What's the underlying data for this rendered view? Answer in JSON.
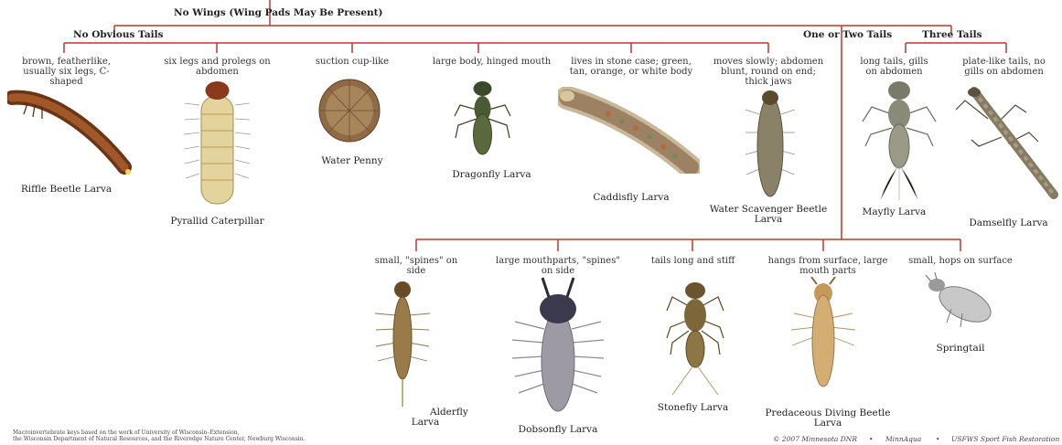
{
  "headers": {
    "top": "No Wings (Wing Pads May Be Present)",
    "no_tails": "No Obvious Tails",
    "one_two_tails": "One or Two Tails",
    "three_tails": "Three Tails"
  },
  "descriptions": {
    "riffle": "brown, featherlike, usually six legs, C-shaped",
    "pyrallid": "six legs and prolegs on abdomen",
    "water_penny": "suction cup-like",
    "dragonfly": "large body, hinged mouth",
    "caddisfly": "lives in stone case; green, tan, orange, or white body",
    "scavenger": "moves slowly; abdomen blunt, round on end; thick jaws",
    "mayfly": "long tails, gills on abdomen",
    "damselfly": "plate-like tails, no gills on abdomen",
    "alderfly": "small, \"spines\" on side",
    "dobsonfly": "large mouthparts, \"spines\" on side",
    "stonefly": "tails long and stiff",
    "predaceous": "hangs from surface, large mouth parts",
    "springtail": "small, hops on surface"
  },
  "labels": {
    "riffle": "Riffle Beetle Larva",
    "pyrallid": "Pyrallid Caterpillar",
    "water_penny": "Water Penny",
    "dragonfly": "Dragonfly Larva",
    "caddisfly": "Caddisfly Larva",
    "scavenger_1": "Water Scavenger Beetle",
    "scavenger_2": "Larva",
    "mayfly": "Mayfly Larva",
    "damselfly": "Damselfly Larva",
    "alderfly_1": "Alderfly",
    "alderfly_2": "Larva",
    "dobsonfly": "Dobsonfly Larva",
    "stonefly": "Stonefly Larva",
    "predaceous_1": "Predaceous Diving Beetle",
    "predaceous_2": "Larva",
    "springtail": "Springtail"
  },
  "footer": {
    "credits_line1": "Macroinvertebrate keys based on the work of University of Wisconsin–Extension,",
    "credits_line2": "the Wisconsin Department of Natural Resources, and the Riveredge Nature Center, Newburg Wisconsin.",
    "copyright": "© 2007 Minnesota DNR",
    "minnaqua": "MinnAqua",
    "usfws": "USFWS Sport Fish Restoration"
  },
  "colors": {
    "line": "#c0392b",
    "brown": "#8a4a22",
    "tan": "#c9a66b"
  }
}
